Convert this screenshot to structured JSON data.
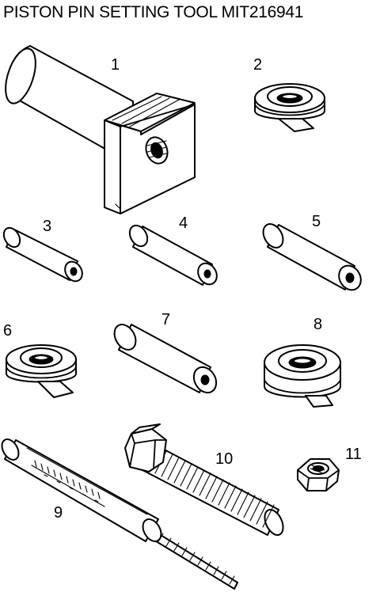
{
  "title": "PISTON PIN SETTING TOOL MIT216941",
  "parts": [
    {
      "number": "1",
      "icon": "piston-pin-base-icon"
    },
    {
      "number": "2",
      "icon": "pin-guide-cup-icon"
    },
    {
      "number": "3",
      "icon": "pin-adapter-icon"
    },
    {
      "number": "4",
      "icon": "pin-adapter-icon"
    },
    {
      "number": "5",
      "icon": "pin-adapter-icon"
    },
    {
      "number": "6",
      "icon": "pin-guide-cup-icon"
    },
    {
      "number": "7",
      "icon": "pin-adapter-icon"
    },
    {
      "number": "8",
      "icon": "pin-guide-cup-icon"
    },
    {
      "number": "9",
      "icon": "graduated-rod-icon"
    },
    {
      "number": "10",
      "icon": "hex-bolt-icon"
    },
    {
      "number": "11",
      "icon": "hex-nut-icon"
    }
  ]
}
